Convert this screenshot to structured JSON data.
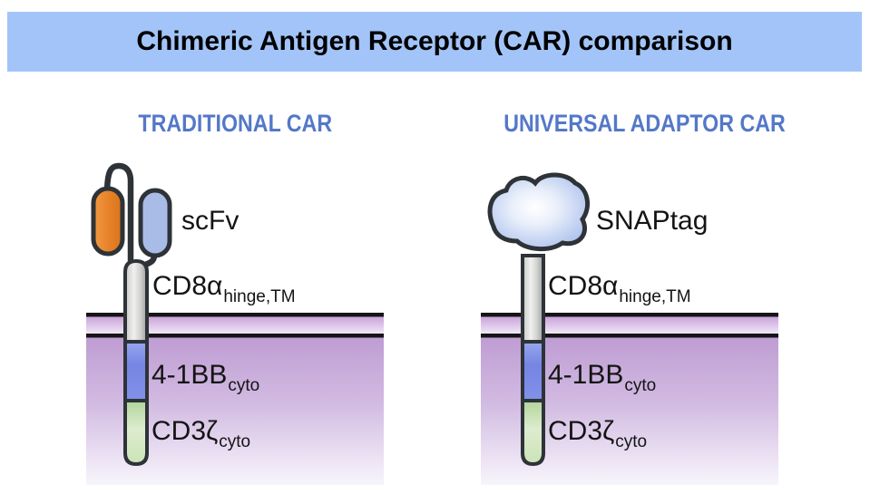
{
  "header": {
    "title": "Chimeric Antigen Receptor (CAR) comparison"
  },
  "panels": [
    {
      "heading": "TRADITIONAL CAR",
      "binder": "scFv",
      "labels": {
        "hinge": {
          "main": "CD8α",
          "sub": "hinge,TM"
        },
        "costim": {
          "main": "4-1BB",
          "sub": "cyto"
        },
        "signal": {
          "main": "CD3ζ",
          "sub": "cyto"
        }
      }
    },
    {
      "heading": "UNIVERSAL ADAPTOR CAR",
      "binder": "SNAPtag",
      "labels": {
        "hinge": {
          "main": "CD8α",
          "sub": "hinge,TM"
        },
        "costim": {
          "main": "4-1BB",
          "sub": "cyto"
        },
        "signal": {
          "main": "CD3ζ",
          "sub": "cyto"
        }
      }
    }
  ],
  "colors": {
    "header-bg": "#a2c4f8",
    "title-color": "#000000",
    "heading-color": "#5478c8",
    "label-color": "#141414",
    "outline": "#2e3338",
    "orange": "#e8842c",
    "periwinkle": "#a9bce8",
    "stalk-gray": "#d6d6d4",
    "costim-blue": "#7d90e6",
    "signal-green": "#cde5ba",
    "membrane-purple": "#c9a3da",
    "cytoplasm-purple": "#bf9dd3"
  }
}
